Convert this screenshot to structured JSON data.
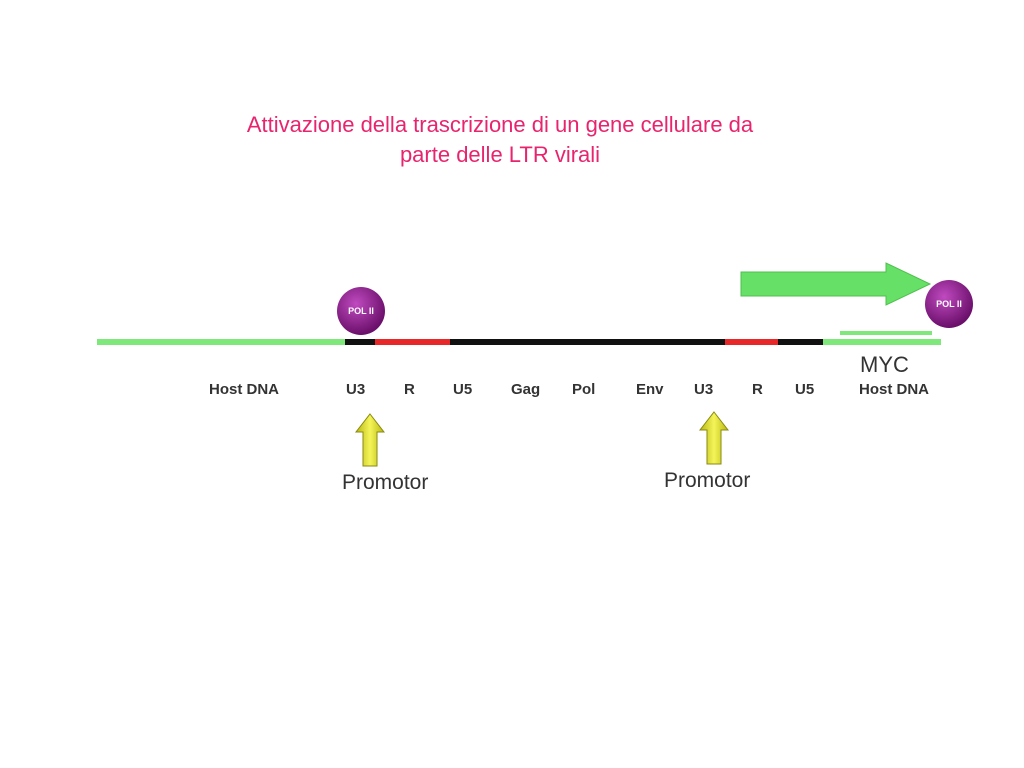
{
  "title": {
    "line1": "Attivazione della trascrizione di un gene cellulare da",
    "line2": "parte delle LTR virali"
  },
  "pol_badge": "POL II",
  "gene_label": "MYC",
  "promoter_label": "Promotor",
  "segment_labels": {
    "host_left": "Host DNA",
    "u3_left": "U3",
    "r_left": "R",
    "u5_left": "U5",
    "gag": "Gag",
    "pol": "Pol",
    "env": "Env",
    "u3_right": "U3",
    "r_right": "R",
    "u5_right": "U5",
    "host_right": "Host DNA"
  },
  "colors": {
    "host_dna": "#7fe87a",
    "provirus": "#111111",
    "r_region": "#e82828",
    "arrow_green": "#66e066",
    "pol_ii": "#8a1a8a",
    "promoter_arrow": "#d8d820",
    "title": "#e8246e"
  },
  "icons": {
    "transcription_arrow": "arrow-right-icon",
    "promoter_arrow": "arrow-up-icon",
    "polymerase": "circle-badge-icon"
  }
}
